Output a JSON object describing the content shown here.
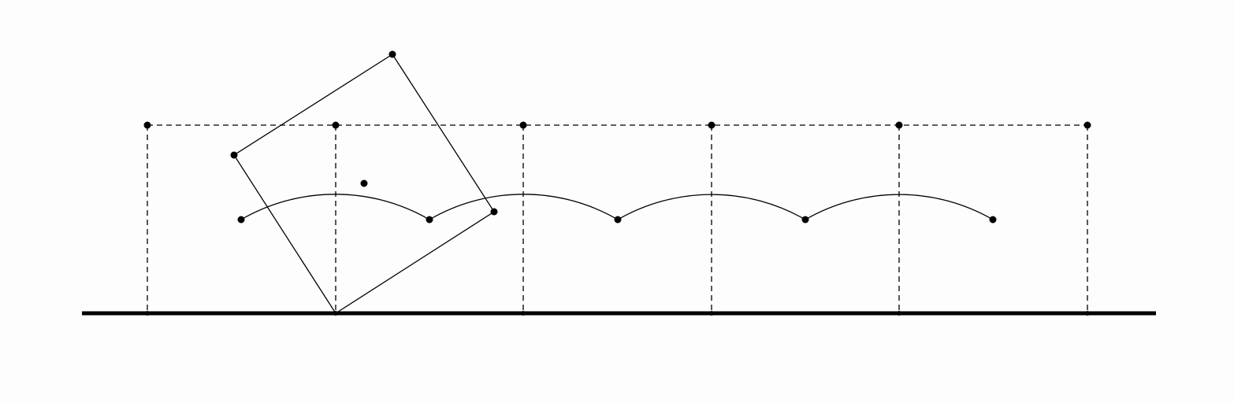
{
  "diagram": {
    "description": "square-rolling-along-a-line",
    "colors": {
      "line": "#000000",
      "background": "#fdfdfd"
    },
    "grid_columns": 5,
    "square_rotation_deg": 30,
    "arc_count": 4
  }
}
